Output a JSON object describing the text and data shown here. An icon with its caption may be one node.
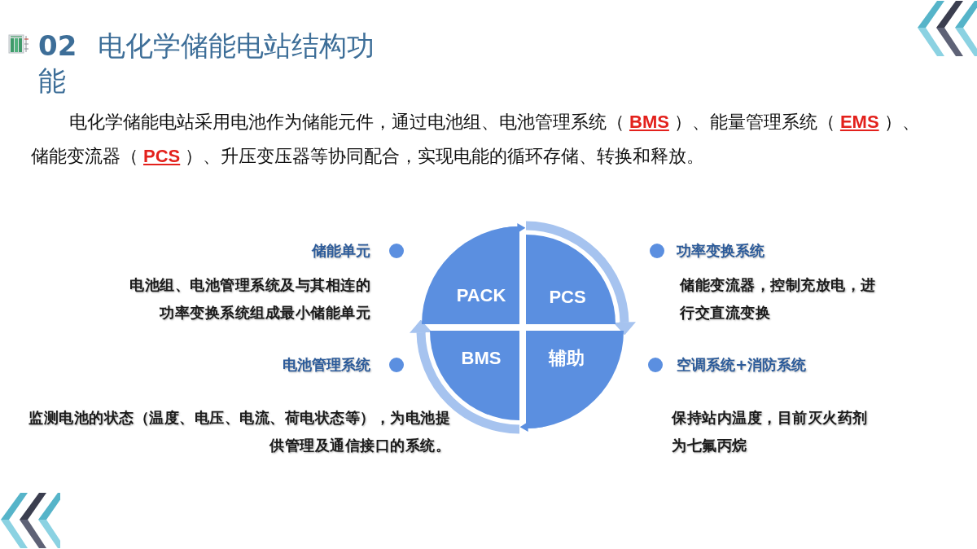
{
  "diagram": {
    "title": "**02** 电化学储能电站结构功能",
    "nodes": [
      {
        "text": [
          "PACK"
        ]
      },
      {
        "text": [
          "PCS"
        ]
      },
      {
        "text": [
          "BMS"
        ]
      },
      {
        "text": [
          "辅助"
        ]
      }
    ],
    "edges": [
      {
        "from": 0,
        "to": 1,
        "arrow": "to"
      },
      {
        "from": 1,
        "to": 3,
        "arrow": "to",
        "style": "thick",
        "color": "#a6c3ef"
      },
      {
        "from": 3,
        "to": 2,
        "arrow": "to"
      },
      {
        "from": 2,
        "to": 0,
        "arrow": "to",
        "style": "thick",
        "color": "#a6c3ef"
      }
    ],
    "labels": [
      "电化学储能电站采用电池作为储能元件，通过电池组、电池管理系统（**BMS**）、能量管理系统（**EMS**）、储能变流器（**PCS**）、升压变压器等协同配合，实现电能的循环存储、转换和释放。",
      "储能单元",
      "功率变换系统",
      "电池组、电池管理系统及与其相连的功率变换系统组成最小储能单元",
      "储能变流器，控制充放电，进行交直流变换",
      "电池管理系统",
      "空调系统+消防系统",
      "监测电池的状态（温度、电压、电流、荷电状态等），为电池提供管理及通信接口的系统。",
      "保持站内温度，目前灭火药剂为七氟丙烷"
    ]
  }
}
